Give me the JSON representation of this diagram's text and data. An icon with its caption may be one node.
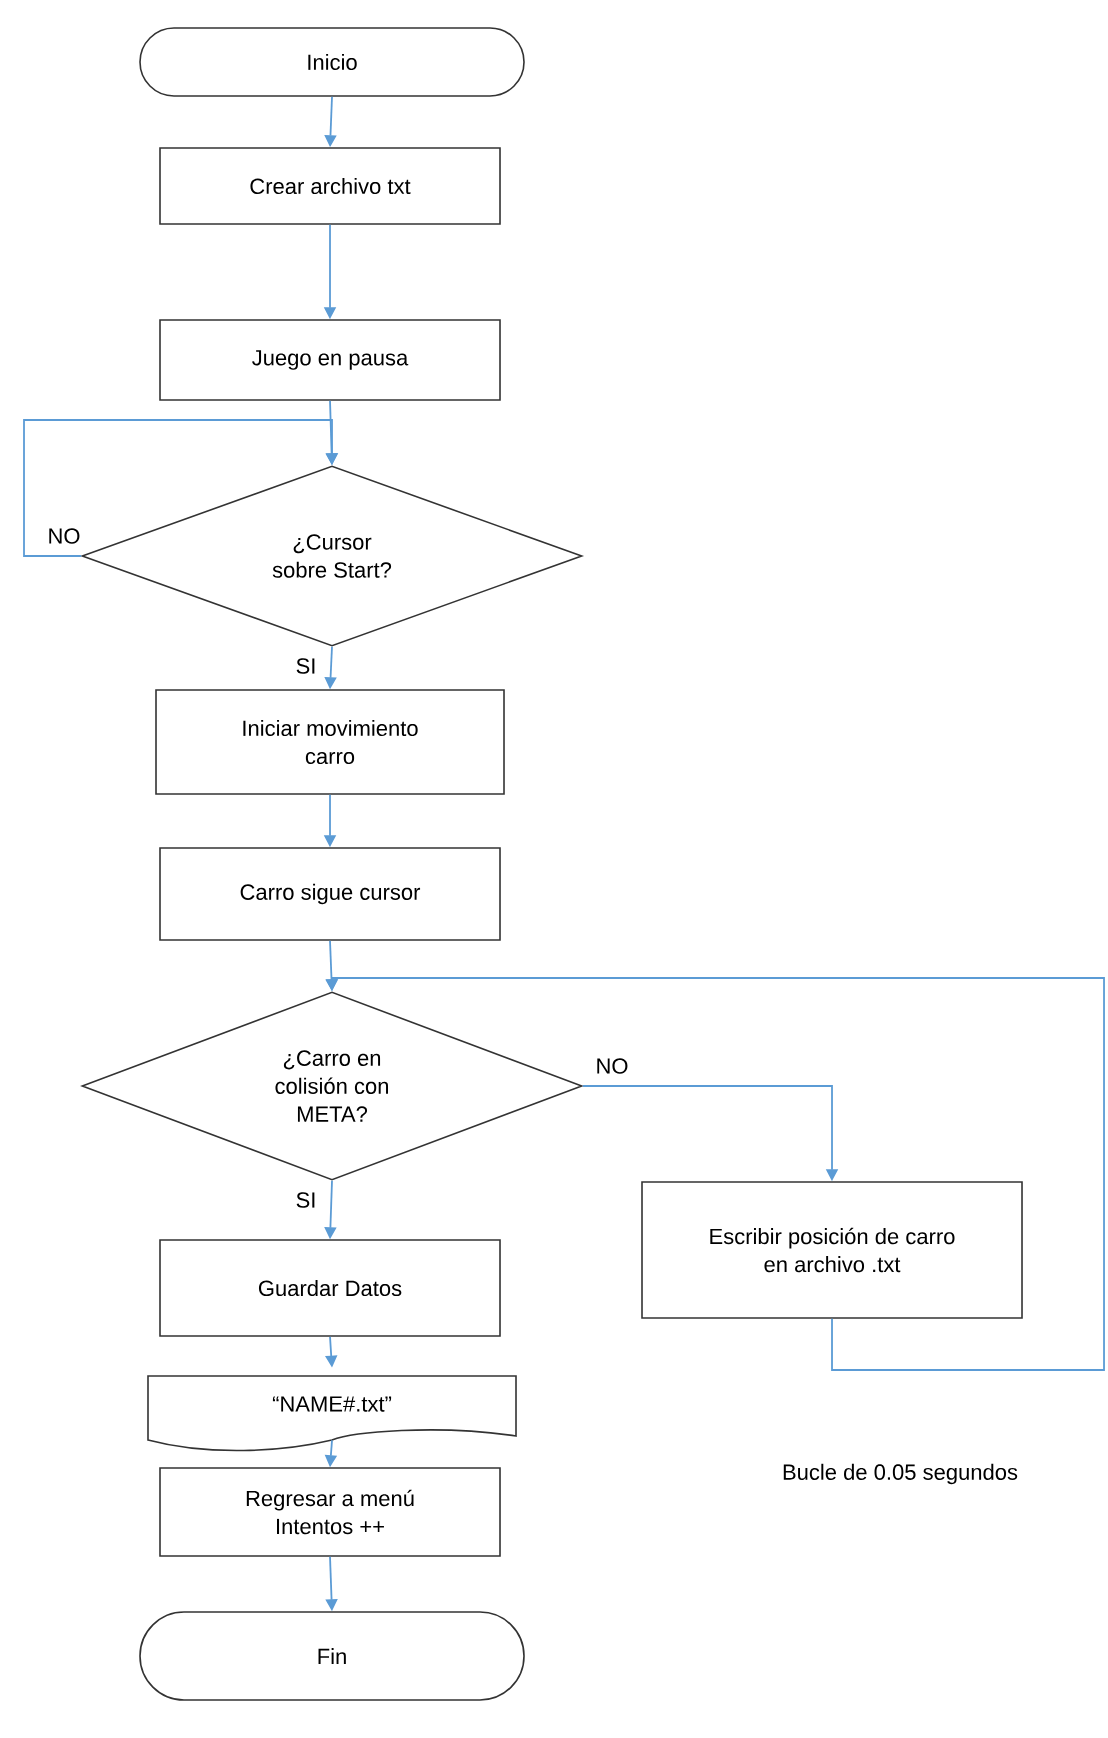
{
  "diagram": {
    "nodes": [
      {
        "text": [
          "Inicio"
        ]
      },
      {
        "text": [
          "Crear archivo txt"
        ]
      },
      {
        "text": [
          "Juego en pausa"
        ]
      },
      {
        "text": [
          "¿Cursor sobre Start?"
        ]
      },
      {
        "text": [
          "Iniciar movimiento carro"
        ]
      },
      {
        "text": [
          "Carro sigue cursor"
        ]
      },
      {
        "text": [
          "¿Carro en colisión con META?"
        ]
      },
      {
        "text": [
          "Escribir posición de carro en archivo .txt"
        ]
      },
      {
        "text": [
          "Guardar Datos"
        ]
      },
      {
        "text": [
          "“NAME#.txt”"
        ]
      },
      {
        "text": [
          "Regresar a menú Intentos ++"
        ]
      },
      {
        "text": [
          "Fin"
        ]
      }
    ],
    "edges": [
      {
        "from": 0,
        "to": 1,
        "arrow": "to"
      },
      {
        "from": 1,
        "to": 2,
        "arrow": "to"
      },
      {
        "from": 2,
        "to": 3,
        "arrow": "to"
      },
      {
        "from": 3,
        "to": 3,
        "arrow": "to",
        "label": "NO"
      },
      {
        "from": 3,
        "to": 4,
        "arrow": "to",
        "label": "SI"
      },
      {
        "from": 4,
        "to": 5,
        "arrow": "to"
      },
      {
        "from": 5,
        "to": 6,
        "arrow": "to"
      },
      {
        "from": 6,
        "to": 7,
        "arrow": "to",
        "label": "NO"
      },
      {
        "from": 7,
        "to": 6,
        "arrow": "to"
      },
      {
        "from": 6,
        "to": 8,
        "arrow": "to",
        "label": "SI"
      },
      {
        "from": 8,
        "to": 9,
        "arrow": "to"
      },
      {
        "from": 9,
        "to": 10,
        "arrow": "to"
      },
      {
        "from": 10,
        "to": 11,
        "arrow": "to"
      }
    ],
    "labels": [
      "Bucle de 0.05 segundos"
    ]
  }
}
